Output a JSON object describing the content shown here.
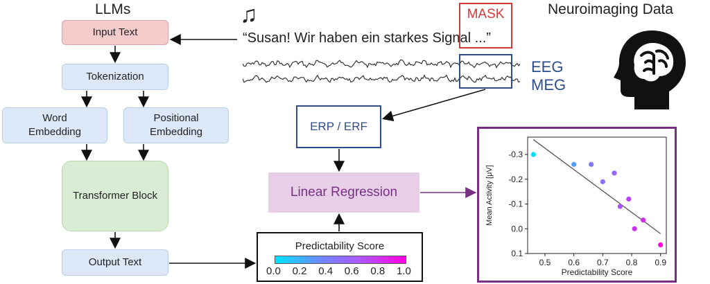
{
  "llm": {
    "title": "LLMs",
    "input_text": "Input Text",
    "tokenization": "Tokenization",
    "word_embedding_l1": "Word",
    "word_embedding_l2": "Embedding",
    "positional_embedding_l1": "Positional",
    "positional_embedding_l2": "Embedding",
    "transformer_block": "Transformer Block",
    "output_text": "Output Text"
  },
  "stimulus": {
    "sentence_prefix": "“Susan! Wir haben ein starkes ",
    "masked_word": "Signal",
    "sentence_suffix": " ...”",
    "mask_label": "MASK",
    "music_icon": "music-note-icon"
  },
  "signals": {
    "eeg_label": "EEG",
    "meg_label": "MEG"
  },
  "neuro": {
    "title": "Neuroimaging Data",
    "icon": "head-brain-icon"
  },
  "analysis": {
    "erp_erf": "ERP / ERF",
    "linear_regression": "Linear Regression",
    "colorbar_title": "Predictability Score",
    "colorbar_ticks": [
      "0.0",
      "0.2",
      "0.4",
      "0.6",
      "0.8",
      "1.0"
    ]
  },
  "colors": {
    "red_mask": "#d23a3a",
    "blue_mask": "#2f4d8c",
    "purple_frame": "#7a2e86",
    "regression_fill": "#e7cfe8",
    "colorbar_start": "#00e5ff",
    "colorbar_end": "#ff00e0"
  },
  "chart_data": {
    "type": "scatter",
    "xlabel": "Predictability Score",
    "ylabel": "Mean Activity [μV]",
    "xlim": [
      0.44,
      0.92
    ],
    "ylim": [
      0.1,
      -0.37
    ],
    "y_inverted": true,
    "xticks": [
      "0.5",
      "0.6",
      "0.7",
      "0.8",
      "0.9"
    ],
    "yticks": [
      "-0.3",
      "-0.2",
      "-0.1",
      "0.0",
      "0.1"
    ],
    "points": [
      {
        "x": 0.46,
        "y": -0.3,
        "c": 0.02
      },
      {
        "x": 0.6,
        "y": -0.26,
        "c": 0.3
      },
      {
        "x": 0.66,
        "y": -0.26,
        "c": 0.45
      },
      {
        "x": 0.7,
        "y": -0.19,
        "c": 0.5
      },
      {
        "x": 0.74,
        "y": -0.225,
        "c": 0.55
      },
      {
        "x": 0.76,
        "y": -0.09,
        "c": 0.62
      },
      {
        "x": 0.79,
        "y": -0.12,
        "c": 0.7
      },
      {
        "x": 0.81,
        "y": 0.0,
        "c": 0.78
      },
      {
        "x": 0.84,
        "y": -0.035,
        "c": 0.8
      },
      {
        "x": 0.9,
        "y": 0.065,
        "c": 1.0
      }
    ],
    "fit_line": {
      "x": [
        0.46,
        0.9
      ],
      "y": [
        -0.36,
        0.02
      ]
    }
  }
}
